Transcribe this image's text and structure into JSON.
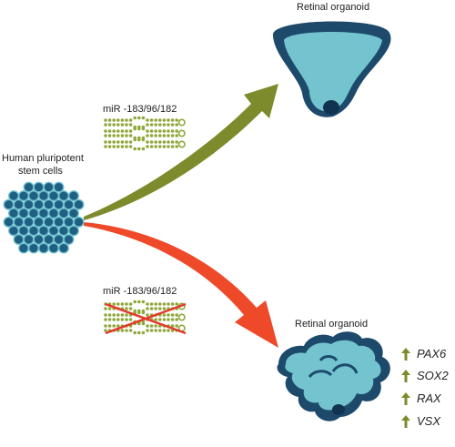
{
  "labels": {
    "top_organoid": "Retinal organoid",
    "bottom_organoid": "Retinal organoid",
    "stem_cells_line1": "Human pluripotent",
    "stem_cells_line2": "stem cells",
    "mir_top": "miR -183/96/182",
    "mir_bottom": "miR -183/96/182"
  },
  "genes": [
    "PAX6",
    "SOX2",
    "RAX",
    "VSX"
  ],
  "colors": {
    "green_arrow": "#7e8b2c",
    "red_arrow": "#ee4a2a",
    "organoid_fill": "#74c4d0",
    "organoid_outline": "#1d4a6b",
    "cell_fill": "#1f5f82",
    "cell_outline": "#6fc0cf",
    "mirna_bead": "#8fa83a",
    "cross": "#e23a2a",
    "gene_arrow": "#7e8b2c"
  },
  "icons": {
    "stem_cells": "cell-cluster-icon",
    "mirna": "mirna-hairpin-icon",
    "organoid_normal": "retinal-organoid-cup-icon",
    "organoid_disrupted": "retinal-organoid-disrupted-icon",
    "upregulation": "up-arrow-icon"
  }
}
